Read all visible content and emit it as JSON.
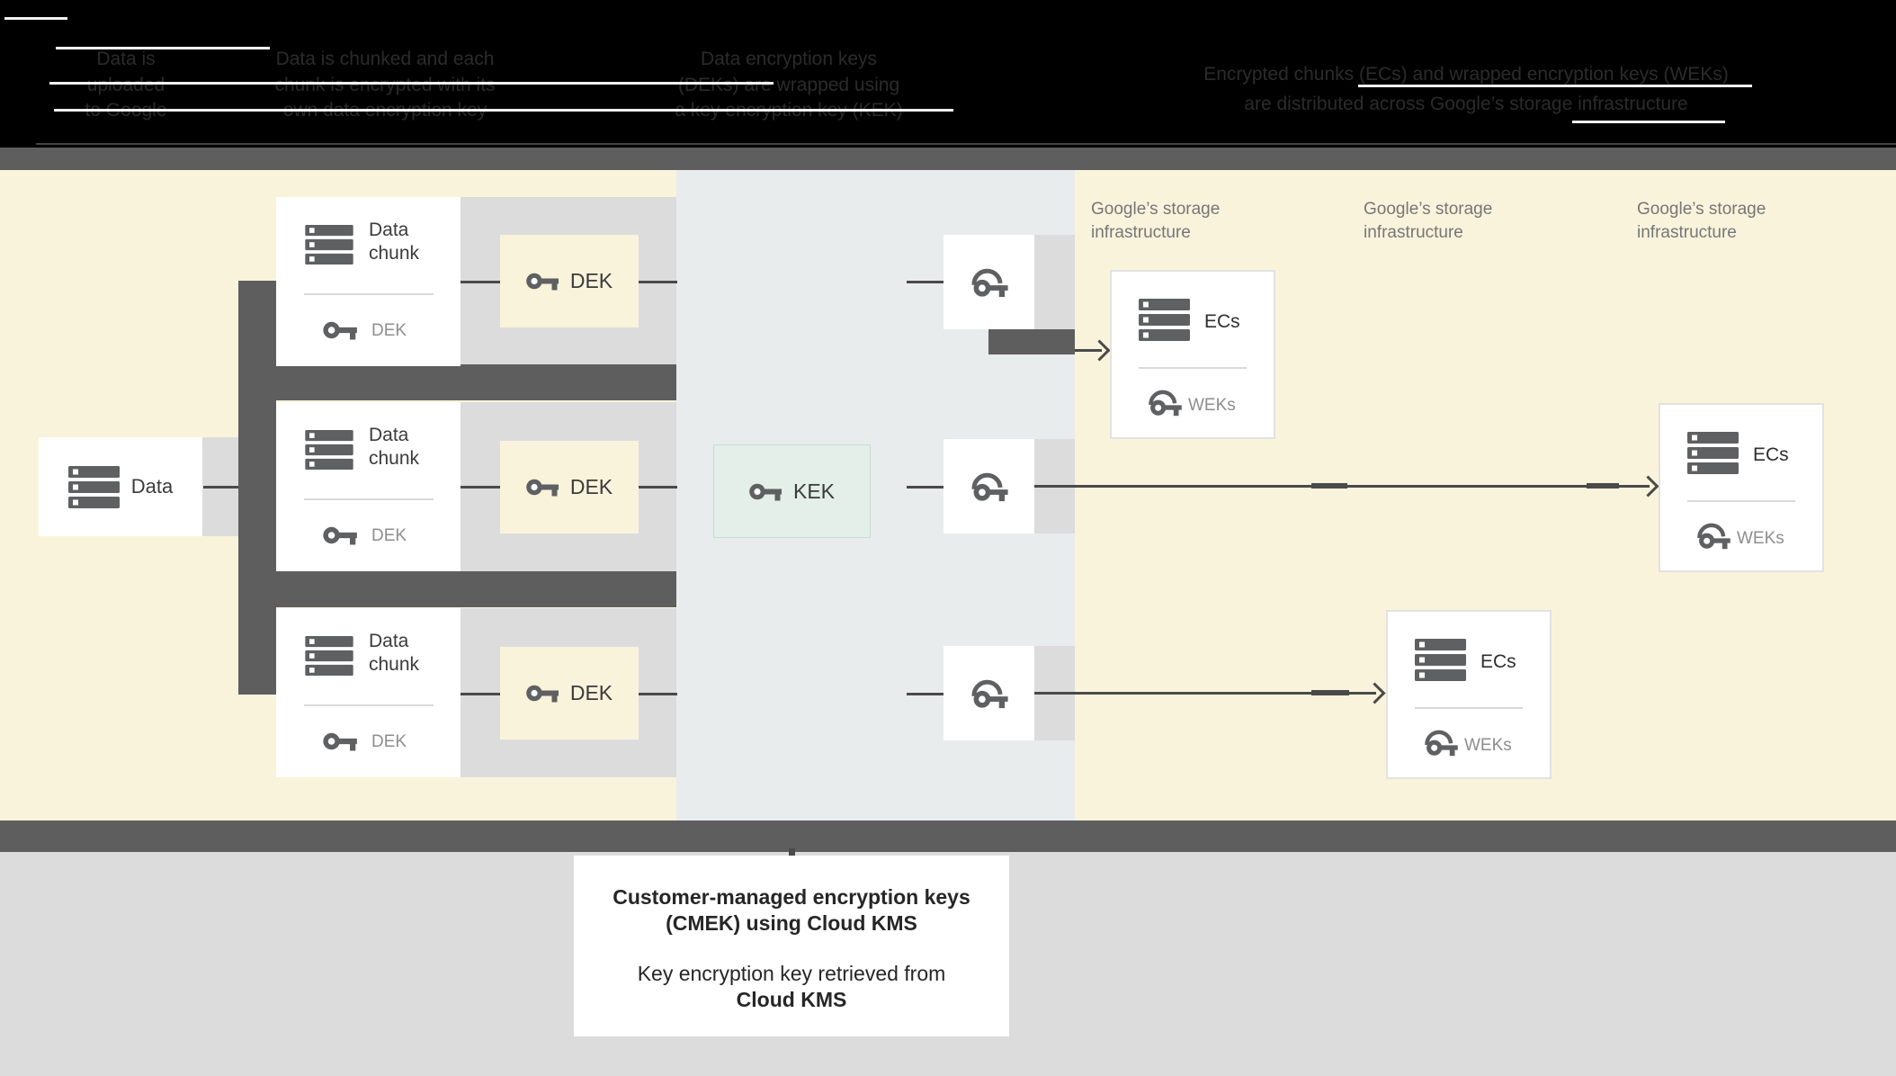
{
  "colors": {
    "black": "#000000",
    "header_text": "#2b2b2b",
    "streak": "#ffffff",
    "band": "#5e5e5e",
    "cream": "#faf3dc",
    "kms": "#e8eced",
    "strip": "#dcdcdd",
    "white": "#ffffff",
    "line": "#4a4a4a",
    "text_dark": "#3b3b3b",
    "text_gray": "#8e8e8e",
    "storage_label": "#767676",
    "kek_fill": "#e3efe8",
    "kek_border": "#ccdbd2",
    "ec_border": "#e2e2e2",
    "divider": "#d9d9d9",
    "icon": "#5f6061",
    "caption_text": "#262626",
    "bottom_bg": "#dcdcdc"
  },
  "header": {
    "columns": [
      {
        "text": "Data is\nuploaded\nto Google"
      },
      {
        "text": "Data is chunked and each\nchunk is encrypted with its\nown data encryption key"
      },
      {
        "text": "Data encryption keys\n(DEKs) are wrapped using\na key encryption key (KEK)"
      },
      {
        "text": "Encrypted chunks (ECs) and wrapped encryption keys (WEKs)\nare distributed across Google’s storage infrastructure"
      }
    ]
  },
  "diagram": {
    "data_box": {
      "label": "Data"
    },
    "chunk_cards": [
      {
        "title": "Data\nchunk",
        "key_label": "DEK"
      },
      {
        "title": "Data\nchunk",
        "key_label": "DEK"
      },
      {
        "title": "Data\nchunk",
        "key_label": "DEK"
      }
    ],
    "dek_boxes": [
      {
        "label": "DEK"
      },
      {
        "label": "DEK"
      },
      {
        "label": "DEK"
      }
    ],
    "kek_box": {
      "label": "KEK"
    },
    "storage_labels": [
      {
        "text": "Google’s storage\ninfrastructure"
      },
      {
        "text": "Google’s storage\ninfrastructure"
      },
      {
        "text": "Google’s storage\ninfrastructure"
      }
    ],
    "ec_boxes": [
      {
        "title": "ECs",
        "key_label": "WEKs"
      },
      {
        "title": "ECs",
        "key_label": "WEKs"
      },
      {
        "title": "ECs",
        "key_label": "WEKs"
      }
    ]
  },
  "caption": {
    "line1": "Customer-managed encryption keys",
    "line2": "(CMEK) using Cloud KMS",
    "line3": "Key encryption key retrieved from",
    "line4": "Cloud KMS"
  },
  "icons": {
    "database-icon": "stacked server bars (svg)",
    "key-icon": "plain key (svg)",
    "wrapped-key-icon": "key with arc (svg)",
    "arrow-right-icon": "open chevron (css)"
  }
}
